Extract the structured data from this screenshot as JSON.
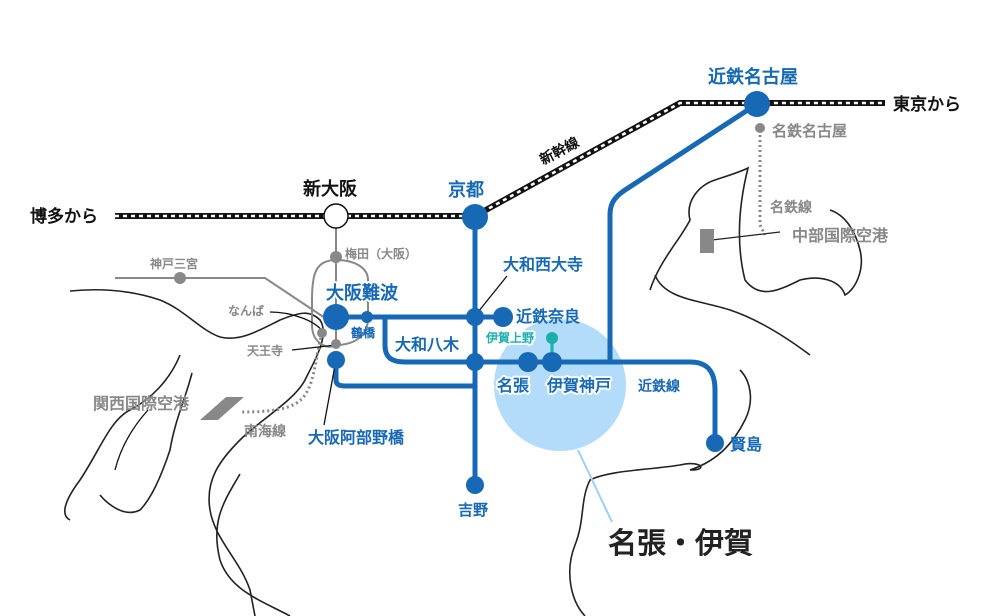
{
  "colors": {
    "kintetsu": "#1769b5",
    "other_line": "#888888",
    "highlight_area": "#b3dcfb",
    "iga_ueno": "#1aaeae"
  },
  "lines": {
    "shinkansen": "新幹線",
    "kintetsu": "近鉄線",
    "meitetsu": "名鉄線",
    "nankai": "南海線"
  },
  "directions": {
    "hakata": "博多から",
    "tokyo": "東京から"
  },
  "stations": {
    "shin_osaka": "新大阪",
    "kyoto": "京都",
    "kintetsu_nagoya": "近鉄名古屋",
    "meitetsu_nagoya": "名鉄名古屋",
    "chubu_airport": "中部国際空港",
    "umeda": "梅田（大阪）",
    "kobe_sannomiya": "神戸三宮",
    "osaka_namba": "大阪難波",
    "namba": "なんば",
    "tsuruhashi": "鶴橋",
    "tennoji": "天王寺",
    "osaka_abenobashi": "大阪阿部野橋",
    "kansai_airport": "関西国際空港",
    "yamato_saidaiji": "大和西大寺",
    "kintetsu_nara": "近鉄奈良",
    "yamato_yagi": "大和八木",
    "iga_ueno": "伊賀上野",
    "nabari": "名張",
    "iga_kambe": "伊賀神戸",
    "kashikojima": "賢島",
    "yoshino": "吉野"
  },
  "area_label": "名張・伊賀"
}
